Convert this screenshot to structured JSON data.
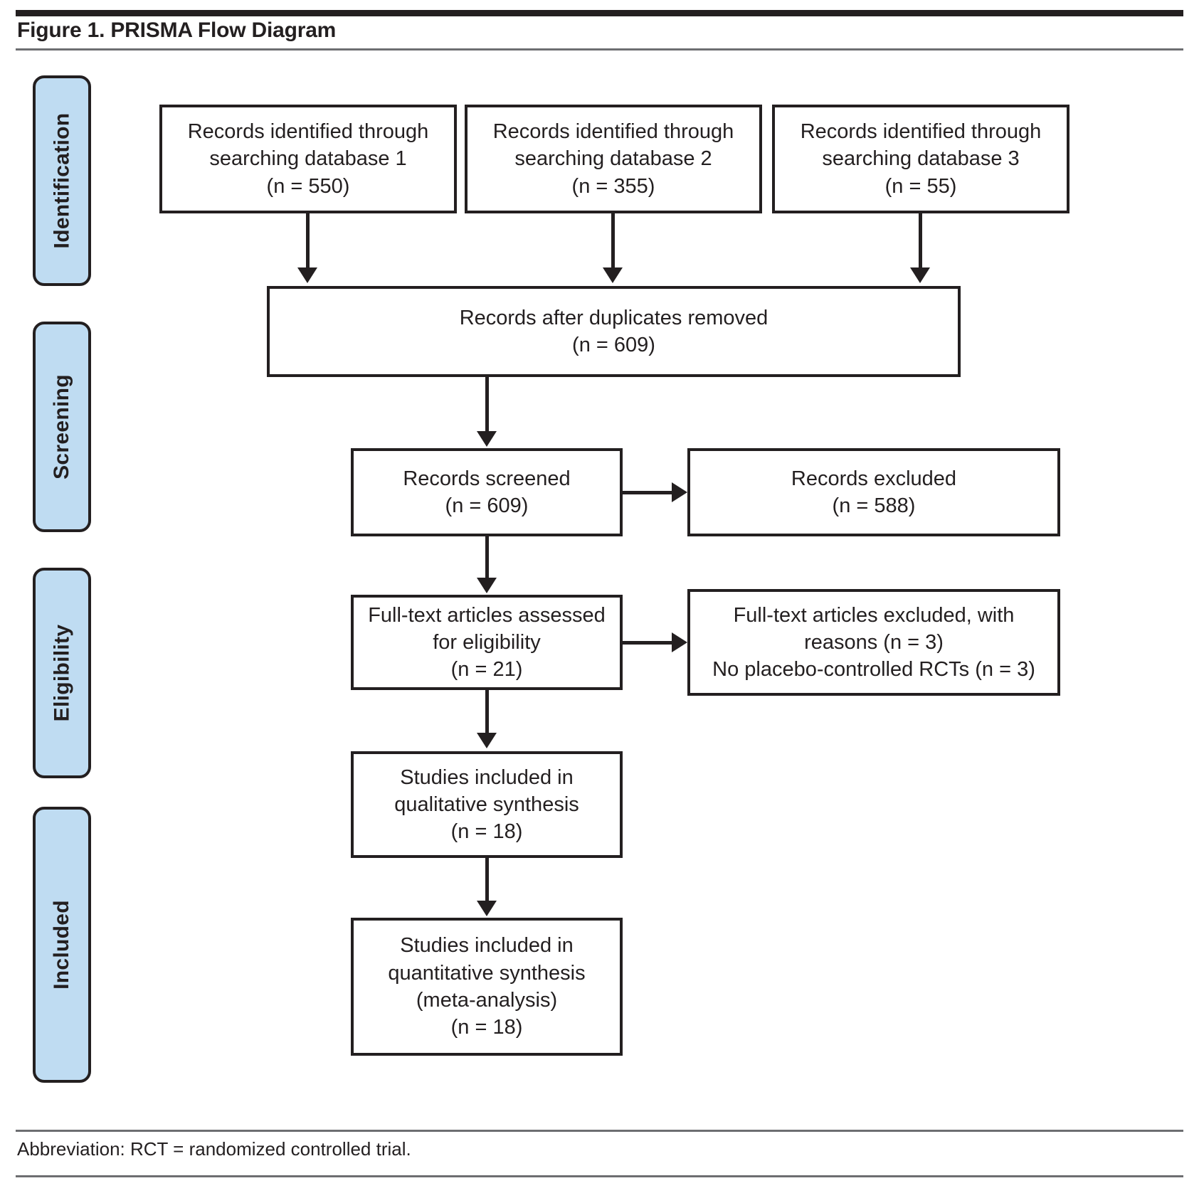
{
  "figure": {
    "title": "Figure 1. PRISMA Flow Diagram",
    "footnote": "Abbreviation: RCT = randomized controlled trial."
  },
  "colors": {
    "stage_fill": "#bfdcf2",
    "stroke": "#231f20",
    "rule": "#6d6e71",
    "background": "#ffffff"
  },
  "stages": [
    {
      "label": "Identification"
    },
    {
      "label": "Screening"
    },
    {
      "label": "Eligibility"
    },
    {
      "label": "Included"
    }
  ],
  "chart_data": {
    "type": "diagram",
    "title": "Figure 1. PRISMA Flow Diagram",
    "nodes": [
      {
        "id": "db1",
        "stage": "Identification",
        "lines": [
          "Records identified through",
          "searching database 1",
          "(n = 550)"
        ],
        "n": 550
      },
      {
        "id": "db2",
        "stage": "Identification",
        "lines": [
          "Records identified through",
          "searching database 2",
          "(n = 355)"
        ],
        "n": 355
      },
      {
        "id": "db3",
        "stage": "Identification",
        "lines": [
          "Records identified through",
          "searching database 3",
          "(n = 55)"
        ],
        "n": 55
      },
      {
        "id": "dedup",
        "stage": "Screening",
        "lines": [
          "Records after duplicates removed",
          "(n = 609)"
        ],
        "n": 609
      },
      {
        "id": "screened",
        "stage": "Screening",
        "lines": [
          "Records screened",
          "(n = 609)"
        ],
        "n": 609
      },
      {
        "id": "excluded",
        "stage": "Screening",
        "lines": [
          "Records excluded",
          "(n = 588)"
        ],
        "n": 588
      },
      {
        "id": "fulltext",
        "stage": "Eligibility",
        "lines": [
          "Full-text articles assessed",
          "for eligibility",
          "(n = 21)"
        ],
        "n": 21
      },
      {
        "id": "ft-excluded",
        "stage": "Eligibility",
        "lines": [
          "Full-text articles excluded, with",
          "reasons (n = 3)",
          "No placebo-controlled RCTs (n = 3)"
        ],
        "n": 3
      },
      {
        "id": "qualitative",
        "stage": "Included",
        "lines": [
          "Studies included in",
          "qualitative synthesis",
          "(n = 18)"
        ],
        "n": 18
      },
      {
        "id": "quantitative",
        "stage": "Included",
        "lines": [
          "Studies included in",
          "quantitative synthesis",
          "(meta-analysis)",
          "(n = 18)"
        ],
        "n": 18
      }
    ],
    "edges": [
      {
        "from": "db1",
        "to": "dedup",
        "direction": "down"
      },
      {
        "from": "db2",
        "to": "dedup",
        "direction": "down"
      },
      {
        "from": "db3",
        "to": "dedup",
        "direction": "down"
      },
      {
        "from": "dedup",
        "to": "screened",
        "direction": "down"
      },
      {
        "from": "screened",
        "to": "excluded",
        "direction": "right"
      },
      {
        "from": "screened",
        "to": "fulltext",
        "direction": "down"
      },
      {
        "from": "fulltext",
        "to": "ft-excluded",
        "direction": "right"
      },
      {
        "from": "fulltext",
        "to": "qualitative",
        "direction": "down"
      },
      {
        "from": "qualitative",
        "to": "quantitative",
        "direction": "down"
      }
    ]
  },
  "boxes": {
    "db1": {
      "l1": "Records identified through",
      "l2": "searching database 1",
      "l3": "(n = 550)"
    },
    "db2": {
      "l1": "Records identified through",
      "l2": "searching database 2",
      "l3": "(n = 355)"
    },
    "db3": {
      "l1": "Records identified through",
      "l2": "searching database 3",
      "l3": "(n = 55)"
    },
    "dedup": {
      "l1": "Records after duplicates removed",
      "l2": "(n = 609)"
    },
    "screened": {
      "l1": "Records screened",
      "l2": "(n = 609)"
    },
    "excluded": {
      "l1": "Records excluded",
      "l2": "(n = 588)"
    },
    "fulltext": {
      "l1": "Full-text articles assessed",
      "l2": "for eligibility",
      "l3": "(n = 21)"
    },
    "ft_excluded": {
      "l1": "Full-text articles excluded, with",
      "l2": "reasons (n = 3)",
      "l3": "No placebo-controlled RCTs (n = 3)"
    },
    "qualitative": {
      "l1": "Studies included in",
      "l2": "qualitative synthesis",
      "l3": "(n = 18)"
    },
    "quantitative": {
      "l1": "Studies included in",
      "l2": "quantitative synthesis",
      "l3": "(meta-analysis)",
      "l4": "(n = 18)"
    }
  }
}
